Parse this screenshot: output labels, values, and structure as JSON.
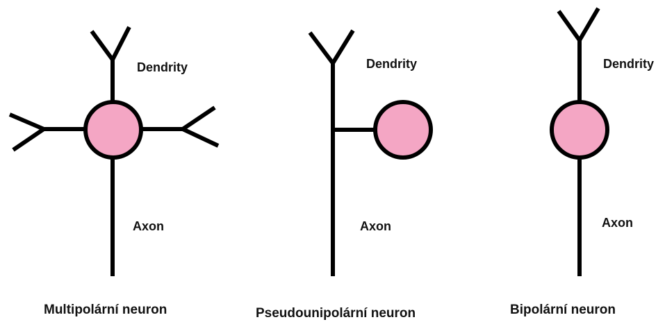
{
  "neurons": [
    {
      "dendrite_label": "Dendrity",
      "axon_label": "Axon",
      "caption": "Multipolární neuron"
    },
    {
      "dendrite_label": "Dendrity",
      "axon_label": "Axon",
      "caption": "Pseudounipolární neuron"
    },
    {
      "dendrite_label": "Dendrity",
      "axon_label": "Axon",
      "caption": "Bipolární neuron"
    }
  ],
  "colors": {
    "soma_fill": "#f4a6c4",
    "stroke": "#000000",
    "background": "#ffffff"
  }
}
